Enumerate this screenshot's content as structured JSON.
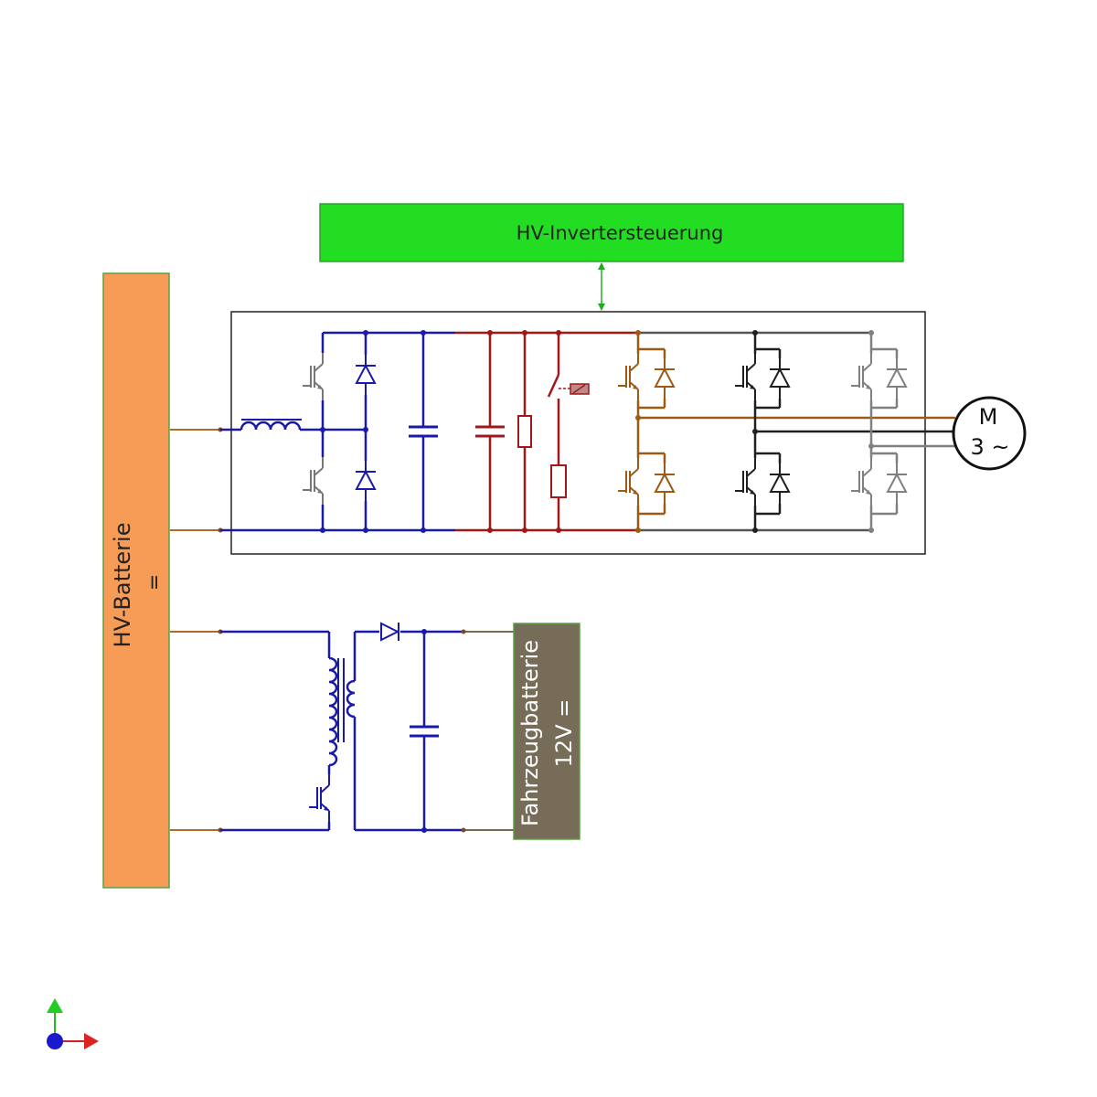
{
  "colors": {
    "control_fill": "#22dd22",
    "hv_battery_fill": "#f79c56",
    "lv_battery_fill": "#766c58",
    "dc_link": "#1a1aaa",
    "brake": "#a01818",
    "phase_u": "#9c5a14",
    "phase_v": "#202020",
    "phase_w": "#808080",
    "terminal": "#b06a28"
  },
  "labels": {
    "control": "HV-Invertersteuerung",
    "hv_battery": "HV-Batterie",
    "hv_battery_symbol": "=",
    "lv_battery_line1": "Fahrzeugbatterie",
    "lv_battery_line2": "12V =",
    "motor_line1": "M",
    "motor_line2": "3 ~"
  },
  "icons": {
    "axes": "axis-triad-icon"
  }
}
